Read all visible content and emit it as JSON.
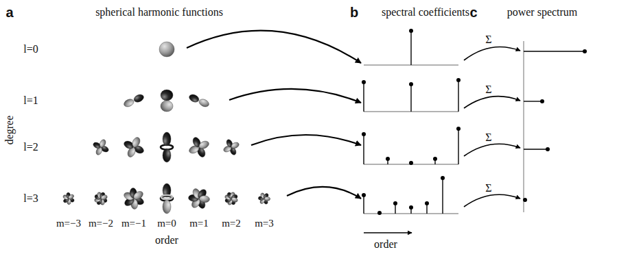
{
  "diagram": {
    "labels": [
      "a",
      "spherical harmonic functions",
      "b",
      "spectral coefficients",
      "c",
      "power spectrum",
      "l=0",
      "l=1",
      "l=2",
      "l=3",
      "degree",
      "m=−3",
      "m=−2",
      "m=−1",
      "m=0",
      "m=1",
      "m=2",
      "m=3",
      "order",
      "order",
      "Σ",
      "Σ",
      "Σ",
      "Σ"
    ]
  }
}
